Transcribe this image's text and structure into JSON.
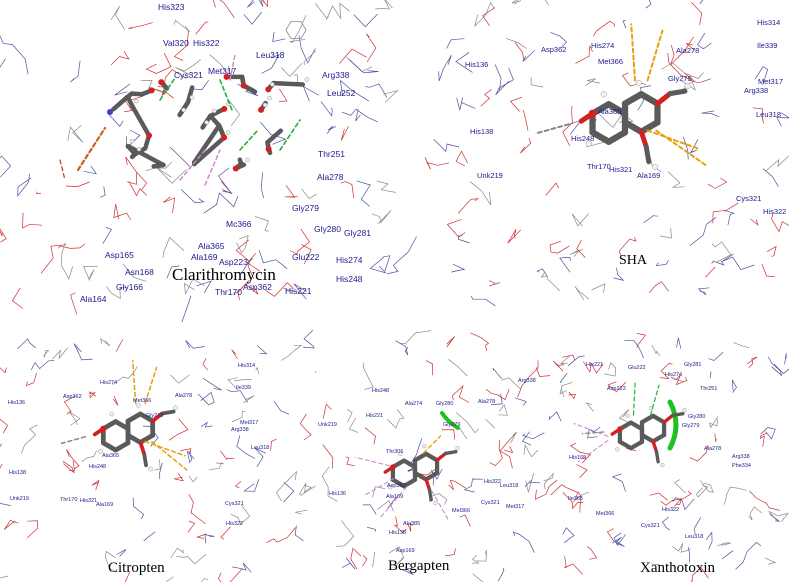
{
  "panels": [
    {
      "id": "clarithromycin",
      "caption": "Clarithromycin",
      "residues": [
        "His323",
        "Val320",
        "His322",
        "Leu318",
        "Cys321",
        "Met317",
        "Arg338",
        "Leu252",
        "Thr251",
        "Ala278",
        "Gly279",
        "Gly280",
        "Gly281",
        "Mc366",
        "Asp223",
        "Glu222",
        "His274",
        "His248",
        "Ala365",
        "Ala169",
        "Asp165",
        "Asn168",
        "Gly166",
        "Ala164",
        "Thr170",
        "Asp362",
        "His221"
      ]
    },
    {
      "id": "sha",
      "caption": "SHA",
      "residues": [
        "His314",
        "Ile339",
        "His274",
        "Asp362",
        "His136",
        "Met366",
        "Ala278",
        "Gly279",
        "Met317",
        "Arg338",
        "Leu318",
        "Ala365",
        "His138",
        "His248",
        "Unk219",
        "Thr170",
        "His321",
        "Ala169",
        "Cys321",
        "His322"
      ]
    },
    {
      "id": "citropten",
      "caption": "Citropten",
      "residues": [
        "His314",
        "Ile339",
        "His274",
        "Asp362",
        "His136",
        "Met366",
        "Ala278",
        "Gly279",
        "Met317",
        "Arg338",
        "Leu318",
        "Ala365",
        "His138",
        "His248",
        "Unk219",
        "Thr170",
        "His321",
        "Ala169",
        "Cys321",
        "His322"
      ]
    },
    {
      "id": "bergapten",
      "caption": "Bergapten",
      "residues": [
        "Arg338",
        "His248",
        "Ala274",
        "Gly280",
        "Ala278",
        "His221",
        "Gly279",
        "Unk219",
        "Thr306",
        "Asp362",
        "His322",
        "Leu318",
        "His136",
        "Ala169",
        "Cys321",
        "Met317",
        "Mel366",
        "Ala385",
        "His138",
        "Asp169"
      ]
    },
    {
      "id": "xanthotoxin",
      "caption": "Xanthotoxin",
      "residues": [
        "His221",
        "Glu222",
        "His274",
        "Gly281",
        "Thr251",
        "Asp223",
        "Gly280",
        "Gly279",
        "Ala278",
        "Arg338",
        "Phe334",
        "His169",
        "Ile365",
        "Met366",
        "His322",
        "Cys321",
        "Leu318"
      ]
    }
  ],
  "colors": {
    "label": "#1a1a8c",
    "stick": "#5a5a5a",
    "oxygen": "#d42020",
    "hydrogen": "#f2f2f2",
    "pi_interaction": "#e8a010",
    "h_bond": "#20b040",
    "carbon_hbond": "#d080d0",
    "salt_bridge": "#d06020",
    "wire_red": "#cc3030",
    "wire_blue": "#5050a0",
    "wire_gray": "#8a8a8a"
  }
}
